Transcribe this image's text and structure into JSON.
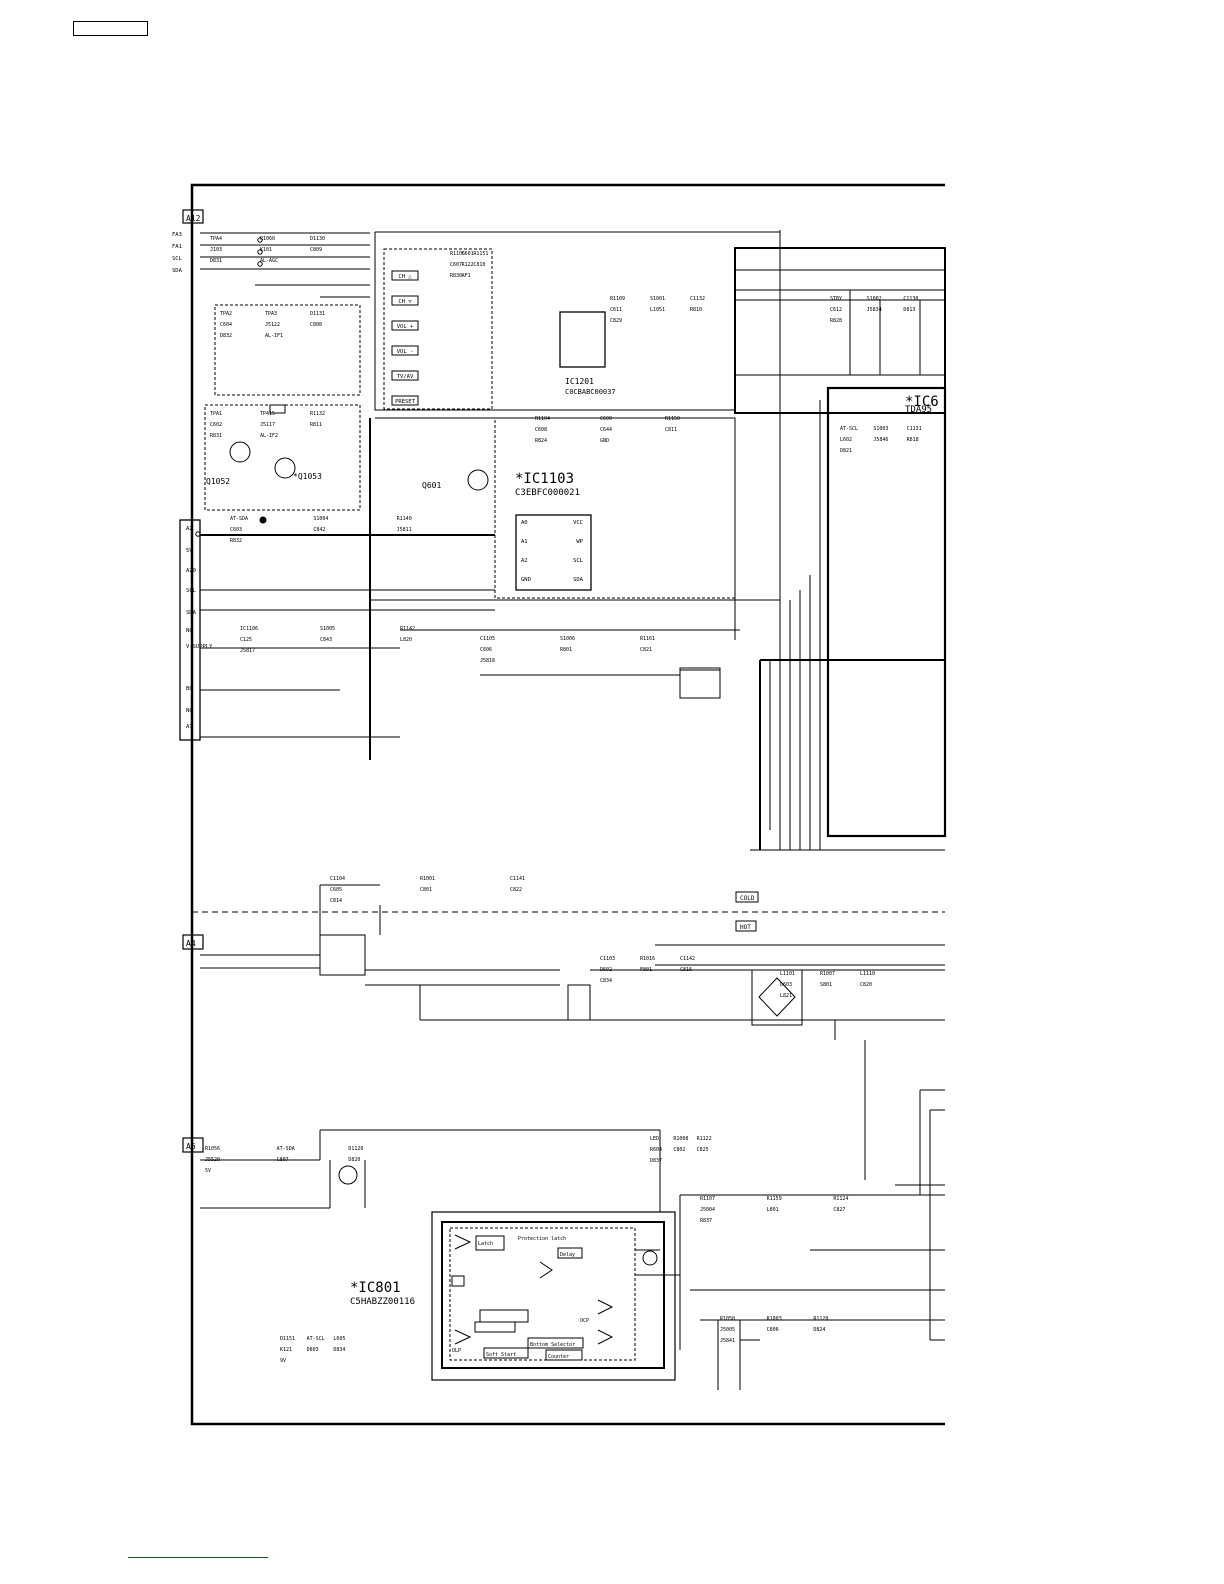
{
  "connectors": [
    {
      "id": "A12",
      "pins": [
        "FA3",
        "FA1",
        "SCL",
        "SDA"
      ]
    },
    {
      "id": "A4",
      "pins": []
    },
    {
      "id": "A6",
      "pins": []
    }
  ],
  "left_column_labels": [
    "A2",
    "5V",
    "A20",
    "SCL",
    "SDA",
    "NC",
    "V-SUPPLY",
    "BG",
    "NC",
    "A1"
  ],
  "ic_labels": [
    {
      "name": "*IC1103",
      "part": "C3EBFC000021",
      "big": true
    },
    {
      "name": "IC1201",
      "part": "C0CBABC00037",
      "big": false
    },
    {
      "name": "*IC801",
      "part": "C5HABZZ00116",
      "big": true
    },
    {
      "name": "*IC6",
      "part": "TDA95",
      "big": true
    },
    {
      "name": "Q1052",
      "part": "",
      "big": false
    },
    {
      "name": "*Q1053",
      "part": "",
      "big": false
    },
    {
      "name": "Q601",
      "part": "",
      "big": false
    }
  ],
  "switch_labels": [
    "CH △",
    "CH ▽",
    "VOL +",
    "VOL -",
    "TV/AV",
    "PRESET"
  ],
  "ic1103_pins": {
    "left": [
      "A0",
      "A1",
      "A2",
      "GND"
    ],
    "right": [
      "VCC",
      "WP",
      "SCL",
      "SDA"
    ]
  },
  "ic801_blocks": [
    "Latch",
    "Protection latch",
    "Delay",
    "Soft Start",
    "Bottom Selector",
    "Counter",
    "OLP",
    "OCP"
  ],
  "zone_labels": [
    "COLD",
    "HOT"
  ],
  "component_labels": [
    "TPA4",
    "TPA2",
    "TPA1",
    "R1105",
    "R1104",
    "R1109",
    "STBY",
    "AT-SCL",
    "AT-SDA",
    "IC1106",
    "C1105",
    "C1104",
    "C1103",
    "L1101",
    "LED",
    "R1107",
    "R1058",
    "R1056",
    "D1151",
    "R1060",
    "TPA3",
    "TP415",
    "C601",
    "C600",
    "S1001",
    "S1002",
    "S1003",
    "S1004",
    "S1005",
    "S1006",
    "R1001",
    "R1016",
    "R1007",
    "R1008",
    "R1159",
    "R1003",
    "AT-SDA",
    "AT-SCL",
    "D1130",
    "D1131",
    "R1132",
    "R1151",
    "R1150",
    "C1132",
    "C1130",
    "C1131",
    "R1140",
    "R1142",
    "R1161",
    "C1141",
    "C1142",
    "L1110",
    "R1122",
    "R1124",
    "R1120",
    "D1120",
    "L605",
    "J103",
    "C604",
    "C602",
    "C607",
    "C608",
    "C611",
    "C612",
    "L602",
    "C603",
    "C125",
    "C606",
    "C605",
    "D602",
    "D603",
    "R604",
    "J5004",
    "J5005",
    "J5520",
    "K121",
    "K101",
    "J5122",
    "J5117",
    "R122",
    "C644",
    "L1051",
    "J5834",
    "J5846",
    "C842",
    "C843",
    "R801",
    "C801",
    "F801",
    "S801",
    "C802",
    "L801",
    "C806",
    "C807",
    "D803",
    "C809",
    "C808",
    "R811",
    "C810",
    "C811",
    "R810",
    "D813",
    "R818",
    "J5811",
    "L820",
    "C821",
    "C822",
    "C816",
    "C820",
    "C825",
    "C827",
    "D824",
    "D820",
    "D834",
    "D831",
    "D832",
    "R831",
    "R830",
    "R824",
    "C829",
    "R828",
    "D821",
    "R832",
    "J5817",
    "J5818",
    "C814",
    "C834",
    "L821",
    "D837",
    "R837",
    "J5841",
    "5V",
    "9V",
    "AL-AGC",
    "AL-IF1",
    "AL-IF2",
    "AF1",
    "GND"
  ]
}
